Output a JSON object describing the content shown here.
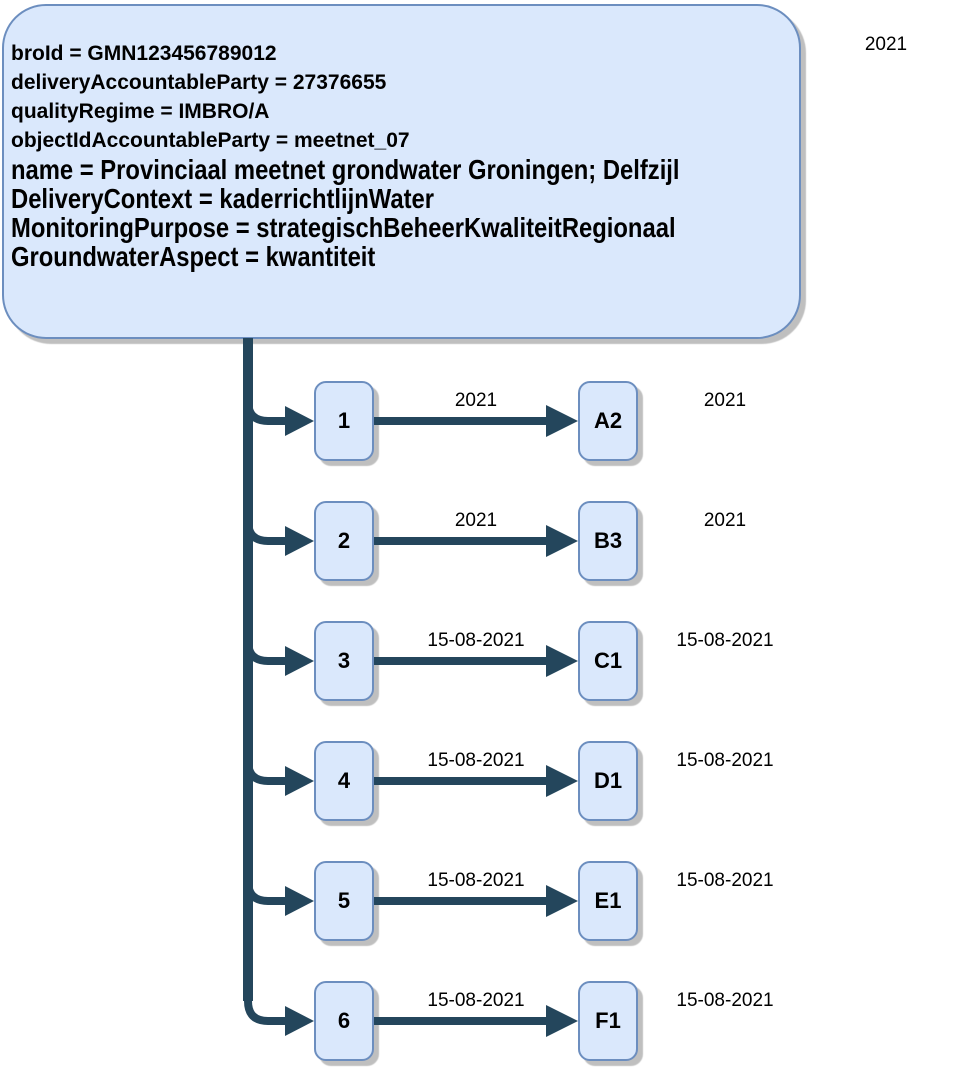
{
  "diagram": {
    "info_box": {
      "lines": [
        "broId = GMN123456789012",
        "deliveryAccountableParty = 27376655",
        "qualityRegime = IMBRO/A",
        "objectIdAccountableParty = meetnet_07",
        "name = Provinciaal meetnet grondwater Groningen; Delfzijl",
        "DeliveryContext = kaderrichtlijnWater",
        "MonitoringPurpose = strategischBeheerKwaliteitRegionaal",
        "GroundwaterAspect = kwantiteit"
      ]
    },
    "top_right_label": "2021",
    "rows": [
      {
        "source": "1",
        "target": "A2",
        "edge_label": "2021",
        "right_label": "2021"
      },
      {
        "source": "2",
        "target": "B3",
        "edge_label": "2021",
        "right_label": "2021"
      },
      {
        "source": "3",
        "target": "C1",
        "edge_label": "15-08-2021",
        "right_label": "15-08-2021"
      },
      {
        "source": "4",
        "target": "D1",
        "edge_label": "15-08-2021",
        "right_label": "15-08-2021"
      },
      {
        "source": "5",
        "target": "E1",
        "edge_label": "15-08-2021",
        "right_label": "15-08-2021"
      },
      {
        "source": "6",
        "target": "F1",
        "edge_label": "15-08-2021",
        "right_label": "15-08-2021"
      }
    ],
    "colors": {
      "node_fill": "#dae8fc",
      "node_border": "#6c8ebf",
      "connector": "#24465c"
    }
  }
}
